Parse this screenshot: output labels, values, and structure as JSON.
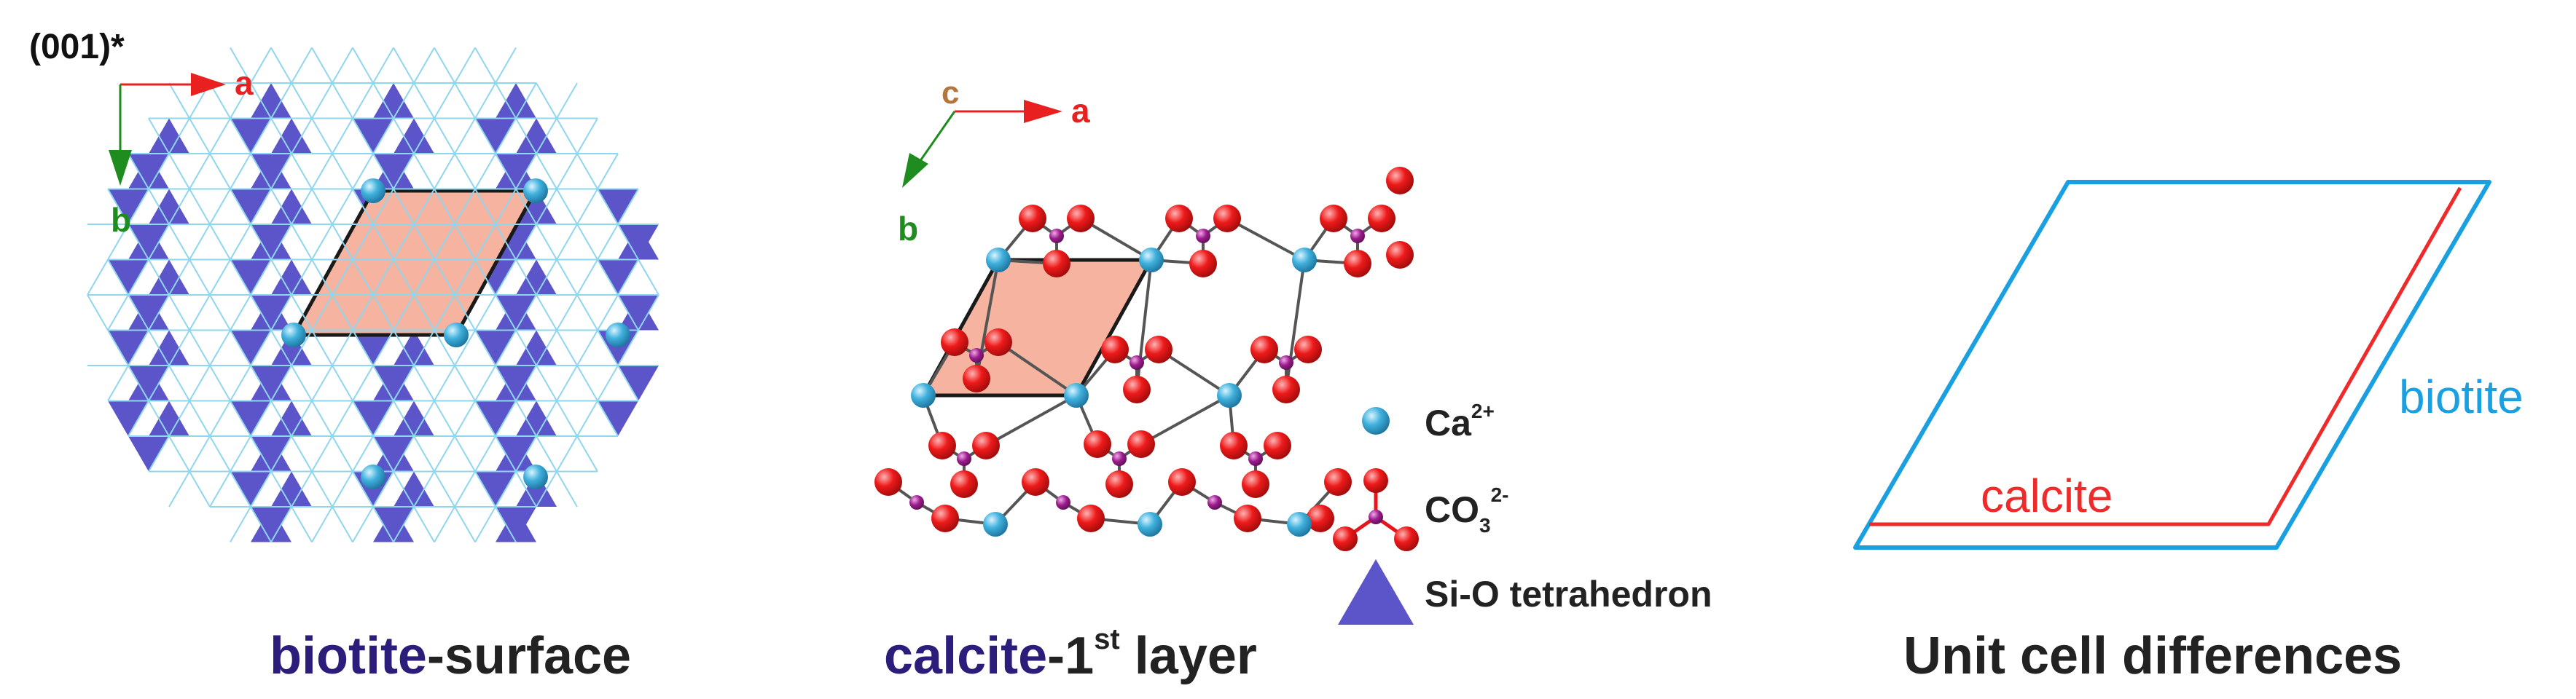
{
  "panel1": {
    "plane": "(001)*",
    "axis_a": "a",
    "axis_b": "b",
    "caption_mineral": "biotite",
    "caption_rest": "-surface"
  },
  "panel2": {
    "axis_c": "c",
    "axis_a": "a",
    "axis_b": "b",
    "caption_mineral": "calcite",
    "caption_rest": "-1",
    "caption_sup": "st",
    "caption_tail": " layer"
  },
  "legend": {
    "ca_label": "Ca",
    "ca_charge": "2+",
    "co3_label": "CO",
    "co3_sub": "3",
    "co3_charge": "2-",
    "sio_label": "Si-O tetrahedron"
  },
  "panel3": {
    "caption": "Unit cell differences",
    "calcite_label": "calcite",
    "biotite_label": "biotite"
  },
  "colors": {
    "tetra": "#5b55c9",
    "ca": "#3fb0dc",
    "oxygen": "#e8141a",
    "carbon": "#9b1c8c",
    "cell_fill": "#f6b4a0",
    "biotite_cell": "#1aa0e0",
    "calcite_cell": "#ee2a2a",
    "axis_a": "#e82020",
    "axis_b": "#1f8c1f",
    "axis_c": "#b5743a",
    "caption_mineral": "#2b1e7a"
  }
}
